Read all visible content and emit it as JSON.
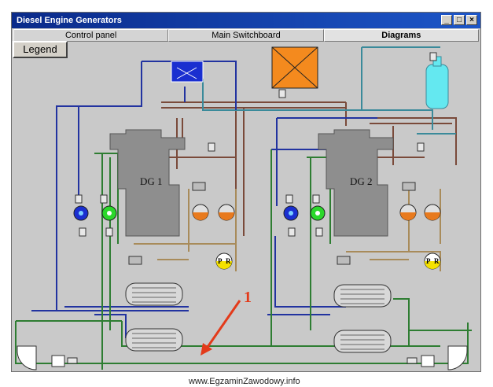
{
  "window": {
    "title": "Diesel Engine Generators",
    "controls": [
      "_",
      "□",
      "×"
    ]
  },
  "tabs": [
    {
      "label": "Control panel",
      "active": false
    },
    {
      "label": "Main Switchboard",
      "active": false
    },
    {
      "label": "Diagrams",
      "active": true
    }
  ],
  "legend_button": "Legend",
  "engines": [
    {
      "label": "DG 1"
    },
    {
      "label": "DG 2"
    }
  ],
  "pump_labels": {
    "p": "P",
    "r": "R"
  },
  "annotation": {
    "number": "1",
    "color": "#e33a1a"
  },
  "caption": "www.EgzaminZawodowy.info",
  "colors": {
    "fuel": "#2233a0",
    "cooling": "#2e7d32",
    "oil": "#7a4a3a",
    "lube": "#a88b5a",
    "air": "#3a8a9a",
    "tank_blue": "#1a2fd0",
    "tank_orange": "#f48a1e",
    "bottle": "#64e8f0"
  }
}
